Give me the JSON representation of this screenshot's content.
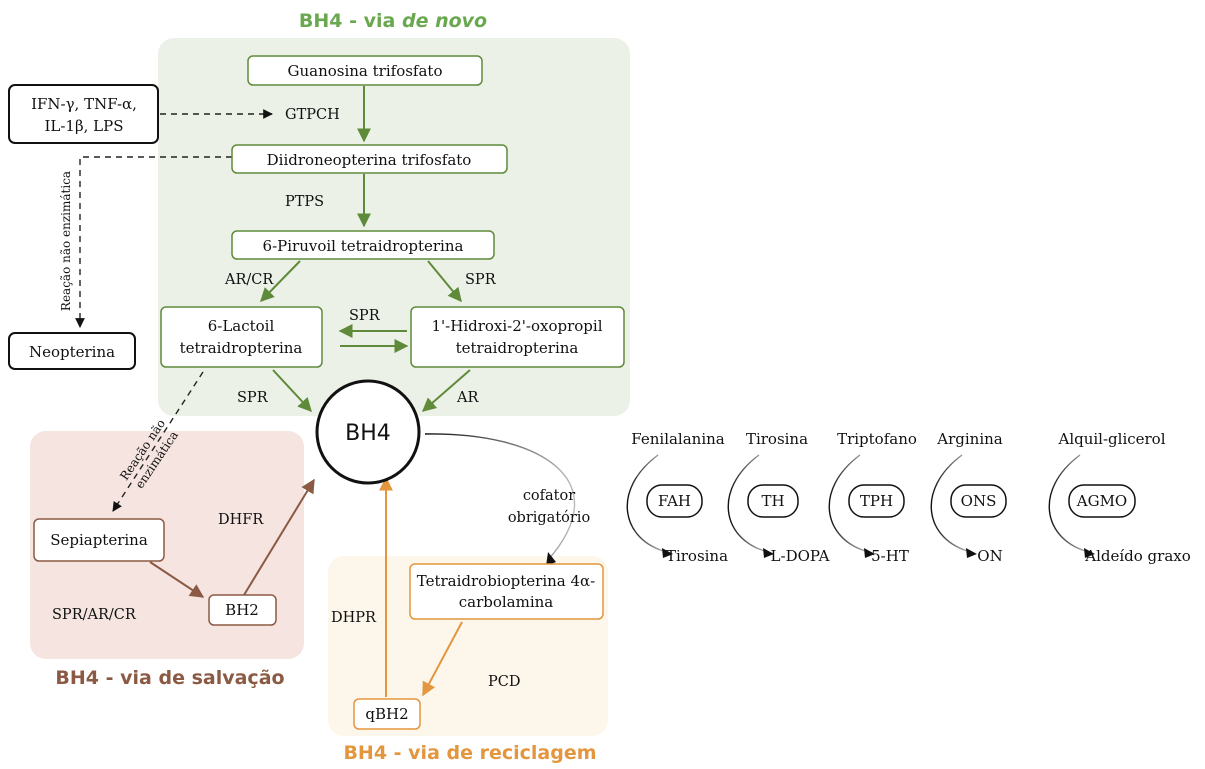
{
  "colors": {
    "denovo_accent": "#5f8a3a",
    "denovo_bg": "#ebf1e7",
    "salvage_accent": "#8b5a44",
    "salvage_bg": "#f5e4e0",
    "recycle_accent": "#e3963e",
    "recycle_bg": "#fdf6ea"
  },
  "titles": {
    "denovo_prefix": "BH4 - via ",
    "denovo_italic": "de novo",
    "salvage": "BH4 - via de salvação",
    "recycle": "BH4 - via de reciclagem"
  },
  "nodes": {
    "gtp": "Guanosina trifosfato",
    "cytokines_line1": "IFN-γ, TNF-α,",
    "cytokines_line2": "IL-1β, LPS",
    "dntp": "Diidroneopterina trifosfato",
    "pptp": "6-Piruvoil tetraidropterina",
    "lactoyl_line1": "6-Lactoil",
    "lactoyl_line2": "tetraidropterina",
    "hydroxy_line1": "1'-Hidroxi-2'-oxopropil",
    "hydroxy_line2": "tetraidropterina",
    "neopterin": "Neopterina",
    "bh4": "BH4",
    "sepiapterin": "Sepiapterina",
    "bh2": "BH2",
    "carbinolamine_line1": "Tetraidrobiopterina 4α-",
    "carbinolamine_line2": "carbolamina",
    "qbh2": "qBH2"
  },
  "enzymes": {
    "gtpch": "GTPCH",
    "ptps": "PTPS",
    "ar_cr": "AR/CR",
    "spr_right": "SPR",
    "spr_middle": "SPR",
    "spr_bottom": "SPR",
    "ar_bottom": "AR",
    "dhfr": "DHFR",
    "spr_ar_cr": "SPR/AR/CR",
    "dhpr": "DHPR",
    "pcd": "PCD"
  },
  "notes": {
    "nonenzymatic_vertical": "Reação não enzimática",
    "nonenzymatic_diag_line1": "Reação não",
    "nonenzymatic_diag_line2": "enzimática",
    "cofactor_line1": "cofator",
    "cofactor_line2": "obrigatório"
  },
  "cofactor_reactions": [
    {
      "substrate": "Fenilalanina",
      "enzyme": "FAH",
      "product": "Tirosina"
    },
    {
      "substrate": "Tirosina",
      "enzyme": "TH",
      "product": "L-DOPA"
    },
    {
      "substrate": "Triptofano",
      "enzyme": "TPH",
      "product": "5-HT"
    },
    {
      "substrate": "Arginina",
      "enzyme": "ONS",
      "product": "ON"
    },
    {
      "substrate": "Alquil-glicerol",
      "enzyme": "AGMO",
      "product": "Aldeído graxo"
    }
  ]
}
